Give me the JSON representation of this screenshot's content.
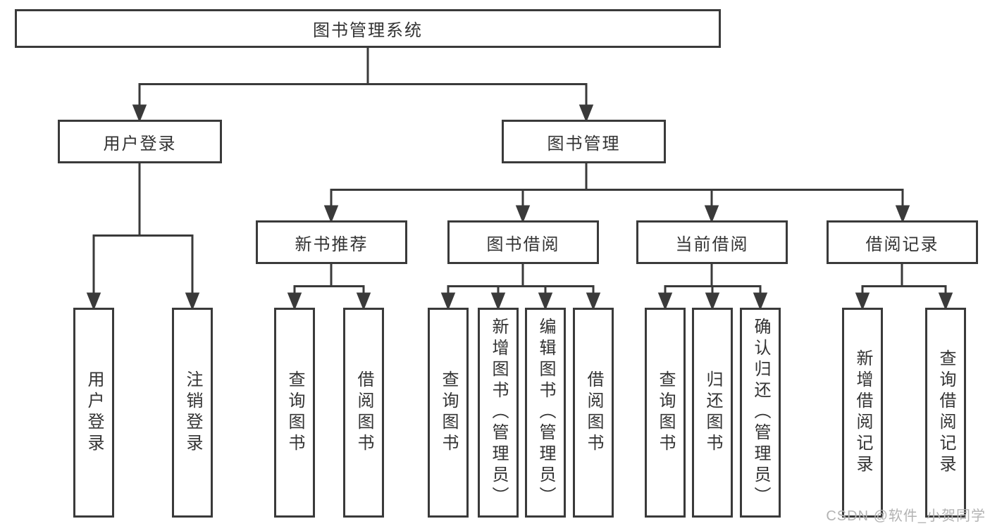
{
  "diagram": {
    "root": {
      "label": "图书管理系统",
      "children": [
        {
          "label": "用户登录",
          "children": [
            {
              "label": "用户登录"
            },
            {
              "label": "注销登录"
            }
          ]
        },
        {
          "label": "图书管理",
          "children": [
            {
              "label": "新书推荐",
              "children": [
                {
                  "label": "查询图书"
                },
                {
                  "label": "借阅图书"
                }
              ]
            },
            {
              "label": "图书借阅",
              "children": [
                {
                  "label": "查询图书"
                },
                {
                  "label": "新增图书（管理员）"
                },
                {
                  "label": "编辑图书（管理员）"
                },
                {
                  "label": "借阅图书"
                }
              ]
            },
            {
              "label": "当前借阅",
              "children": [
                {
                  "label": "查询图书"
                },
                {
                  "label": "归还图书"
                },
                {
                  "label": "确认归还（管理员）"
                }
              ]
            },
            {
              "label": "借阅记录",
              "children": [
                {
                  "label": "新增借阅记录"
                },
                {
                  "label": "查询借阅记录"
                }
              ]
            }
          ]
        }
      ]
    }
  },
  "watermark": {
    "text": "CSDN @软件_小贺同学"
  },
  "colors": {
    "line": "#3a3a3a",
    "box_border": "#3a3a3a",
    "text": "#333333",
    "watermark": "#b3b3b3",
    "background": "#ffffff"
  }
}
